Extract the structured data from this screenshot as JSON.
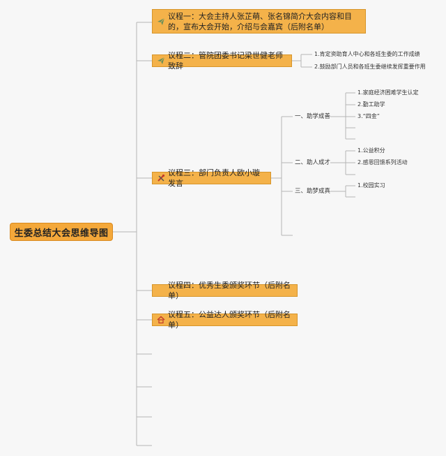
{
  "root": {
    "label": "生委总结大会思维导图"
  },
  "topics": [
    {
      "label": "议程一：大会主持人张芷萌、张名锦简介大会内容和目的，宣布大会开始，介绍与会嘉宾（后附名单）",
      "icon": "paper-plane-icon"
    },
    {
      "label": "议程二：管院团委书记梁世健老师致辞",
      "icon": "paper-plane-icon",
      "children": [
        "1.肯定资助育人中心和各班生委的工作成绩",
        "2.鼓励部门人员和各班生委继续发挥重要作用"
      ]
    },
    {
      "label": "议程三：部门负责人欧小璇发言",
      "icon": "tools-icon",
      "groups": [
        {
          "label": "一、助学成善",
          "children": [
            "1.家庭经济困难学生认定",
            "2.勤工助学",
            "3.“四金”",
            "",
            ""
          ]
        },
        {
          "label": "二、助人成才",
          "children": [
            "1.公益积分",
            "2.感恩回馈系列活动"
          ]
        },
        {
          "label": "三、助梦成真",
          "children": [
            "1.校园实习"
          ]
        }
      ]
    },
    {
      "label": "议程四：优秀生委颁奖环节（后附名单）",
      "icon": ""
    },
    {
      "label": "议程五：公益达人颁奖环节（后附名单）",
      "icon": "home-icon"
    }
  ]
}
